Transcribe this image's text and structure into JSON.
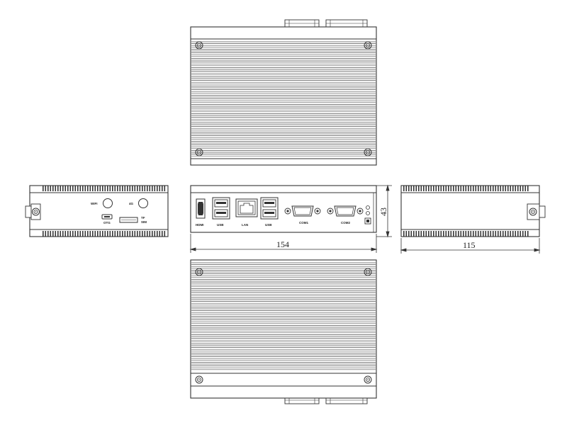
{
  "dimensions": {
    "front_width": "154",
    "front_height": "43",
    "side_depth": "115"
  },
  "front_ports": {
    "hdmi": "HDMI",
    "usb_left": "USB",
    "lan": "LAN",
    "usb_right": "USB",
    "com1": "COM1",
    "com2": "COM2"
  },
  "rear_panel": {
    "wifi": "WIFI",
    "antenna_4g": "4G",
    "otg": "OTG",
    "tf_sim": "TF\nSIM"
  },
  "colors": {
    "line": "#333333",
    "fin": "#555555",
    "background": "#ffffff"
  }
}
